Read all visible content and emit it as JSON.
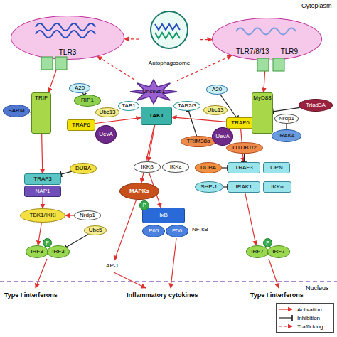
{
  "diagram": {
    "nodes": [
      {
        "text": [
          "TLR3"
        ]
      },
      {
        "text": [
          "TLR7/8/13",
          "TLR9"
        ]
      },
      {
        "text": [
          "Autophagosome"
        ]
      },
      {
        "text": [
          "Unc93b1"
        ]
      },
      {
        "text": [
          "SARM"
        ]
      },
      {
        "text": [
          "TRIF"
        ]
      },
      {
        "text": [
          "A20"
        ]
      },
      {
        "text": [
          "RIP1"
        ]
      },
      {
        "text": [
          "Ubc13"
        ]
      },
      {
        "text": [
          "TRAF6"
        ]
      },
      {
        "text": [
          "UevA"
        ]
      },
      {
        "text": [
          "TAB1"
        ]
      },
      {
        "text": [
          "TAK1"
        ]
      },
      {
        "text": [
          "TAB2/3"
        ]
      },
      {
        "text": [
          "TRIM38α"
        ]
      },
      {
        "text": [
          "A20"
        ]
      },
      {
        "text": [
          "Ubc13"
        ]
      },
      {
        "text": [
          "TRAF6"
        ]
      },
      {
        "text": [
          "UevA"
        ]
      },
      {
        "text": [
          "MyD88"
        ]
      },
      {
        "text": [
          "Nrdp1"
        ]
      },
      {
        "text": [
          "IRAK4"
        ]
      },
      {
        "text": [
          "Triad3A"
        ]
      },
      {
        "text": [
          "OTUB1/2"
        ]
      },
      {
        "text": [
          "TRAF3"
        ]
      },
      {
        "text": [
          "NAP1"
        ]
      },
      {
        "text": [
          "DUBA"
        ]
      },
      {
        "text": [
          "TBK1/IKKi"
        ]
      },
      {
        "text": [
          "Nrdp1"
        ]
      },
      {
        "text": [
          "Ubc5"
        ]
      },
      {
        "text": [
          "MAPKs"
        ]
      },
      {
        "text": [
          "IKKβ"
        ]
      },
      {
        "text": [
          "IKKε"
        ]
      },
      {
        "text": [
          "IκB"
        ]
      },
      {
        "text": [
          "P"
        ]
      },
      {
        "text": [
          "P65"
        ]
      },
      {
        "text": [
          "P50"
        ]
      },
      {
        "text": [
          "AP-1"
        ]
      },
      {
        "text": [
          "IRF3"
        ]
      },
      {
        "text": [
          "IRF3"
        ]
      },
      {
        "text": [
          "P"
        ]
      },
      {
        "text": [
          "DUBA"
        ]
      },
      {
        "text": [
          "TRAF3"
        ]
      },
      {
        "text": [
          "OPN"
        ]
      },
      {
        "text": [
          "SHP-1"
        ]
      },
      {
        "text": [
          "IRAK1"
        ]
      },
      {
        "text": [
          "IKKα"
        ]
      },
      {
        "text": [
          "IRF7"
        ]
      },
      {
        "text": [
          "IRF7"
        ]
      },
      {
        "text": [
          "P"
        ]
      }
    ],
    "edges": [
      {
        "from": 2,
        "to": 0,
        "arrow": "to"
      },
      {
        "from": 2,
        "to": 1,
        "arrow": "to"
      },
      {
        "from": 3,
        "to": 0,
        "arrow": "to"
      },
      {
        "from": 3,
        "to": 1,
        "arrow": "to"
      },
      {
        "from": 0,
        "to": 5,
        "arrow": "to"
      },
      {
        "from": 1,
        "to": 19,
        "arrow": "to"
      },
      {
        "from": 4,
        "to": 5,
        "arrow": "to"
      },
      {
        "from": 6,
        "to": 7,
        "arrow": "to"
      },
      {
        "from": 9,
        "to": 12,
        "arrow": "to"
      },
      {
        "from": 17,
        "to": 12,
        "arrow": "to"
      },
      {
        "from": 15,
        "to": 17,
        "arrow": "to"
      },
      {
        "from": 14,
        "to": 13,
        "arrow": "to"
      },
      {
        "from": 22,
        "to": 19,
        "arrow": "to"
      },
      {
        "from": 20,
        "to": 21,
        "arrow": "to"
      },
      {
        "from": 5,
        "to": 24,
        "arrow": "to"
      },
      {
        "from": 26,
        "to": 24,
        "arrow": "to"
      },
      {
        "from": 24,
        "to": 27,
        "arrow": "to"
      },
      {
        "from": 28,
        "to": 27,
        "arrow": "to"
      },
      {
        "from": 29,
        "to": 39,
        "arrow": "to"
      },
      {
        "from": 27,
        "to": 38,
        "arrow": "to"
      },
      {
        "from": 12,
        "to": 30,
        "arrow": "to"
      },
      {
        "from": 12,
        "to": 31,
        "arrow": "to"
      },
      {
        "from": 31,
        "to": 33,
        "arrow": "to"
      },
      {
        "from": 30,
        "to": 37,
        "arrow": "to"
      },
      {
        "from": 17,
        "to": 42,
        "arrow": "to"
      },
      {
        "from": 23,
        "to": 42,
        "arrow": "to"
      },
      {
        "from": 41,
        "to": 42,
        "arrow": "to"
      },
      {
        "from": 44,
        "to": 45,
        "arrow": "to"
      },
      {
        "from": 45,
        "to": 47,
        "arrow": "to"
      }
    ],
    "labels": [
      "Cytoplasm",
      "NF-κB",
      "Nucleus",
      "Type I interferons",
      "Inflammatory cytokines",
      "Type I interferons"
    ],
    "legend": [
      {
        "text": "Activation"
      },
      {
        "text": "Inhibition"
      },
      {
        "text": "Trafficking"
      }
    ]
  }
}
